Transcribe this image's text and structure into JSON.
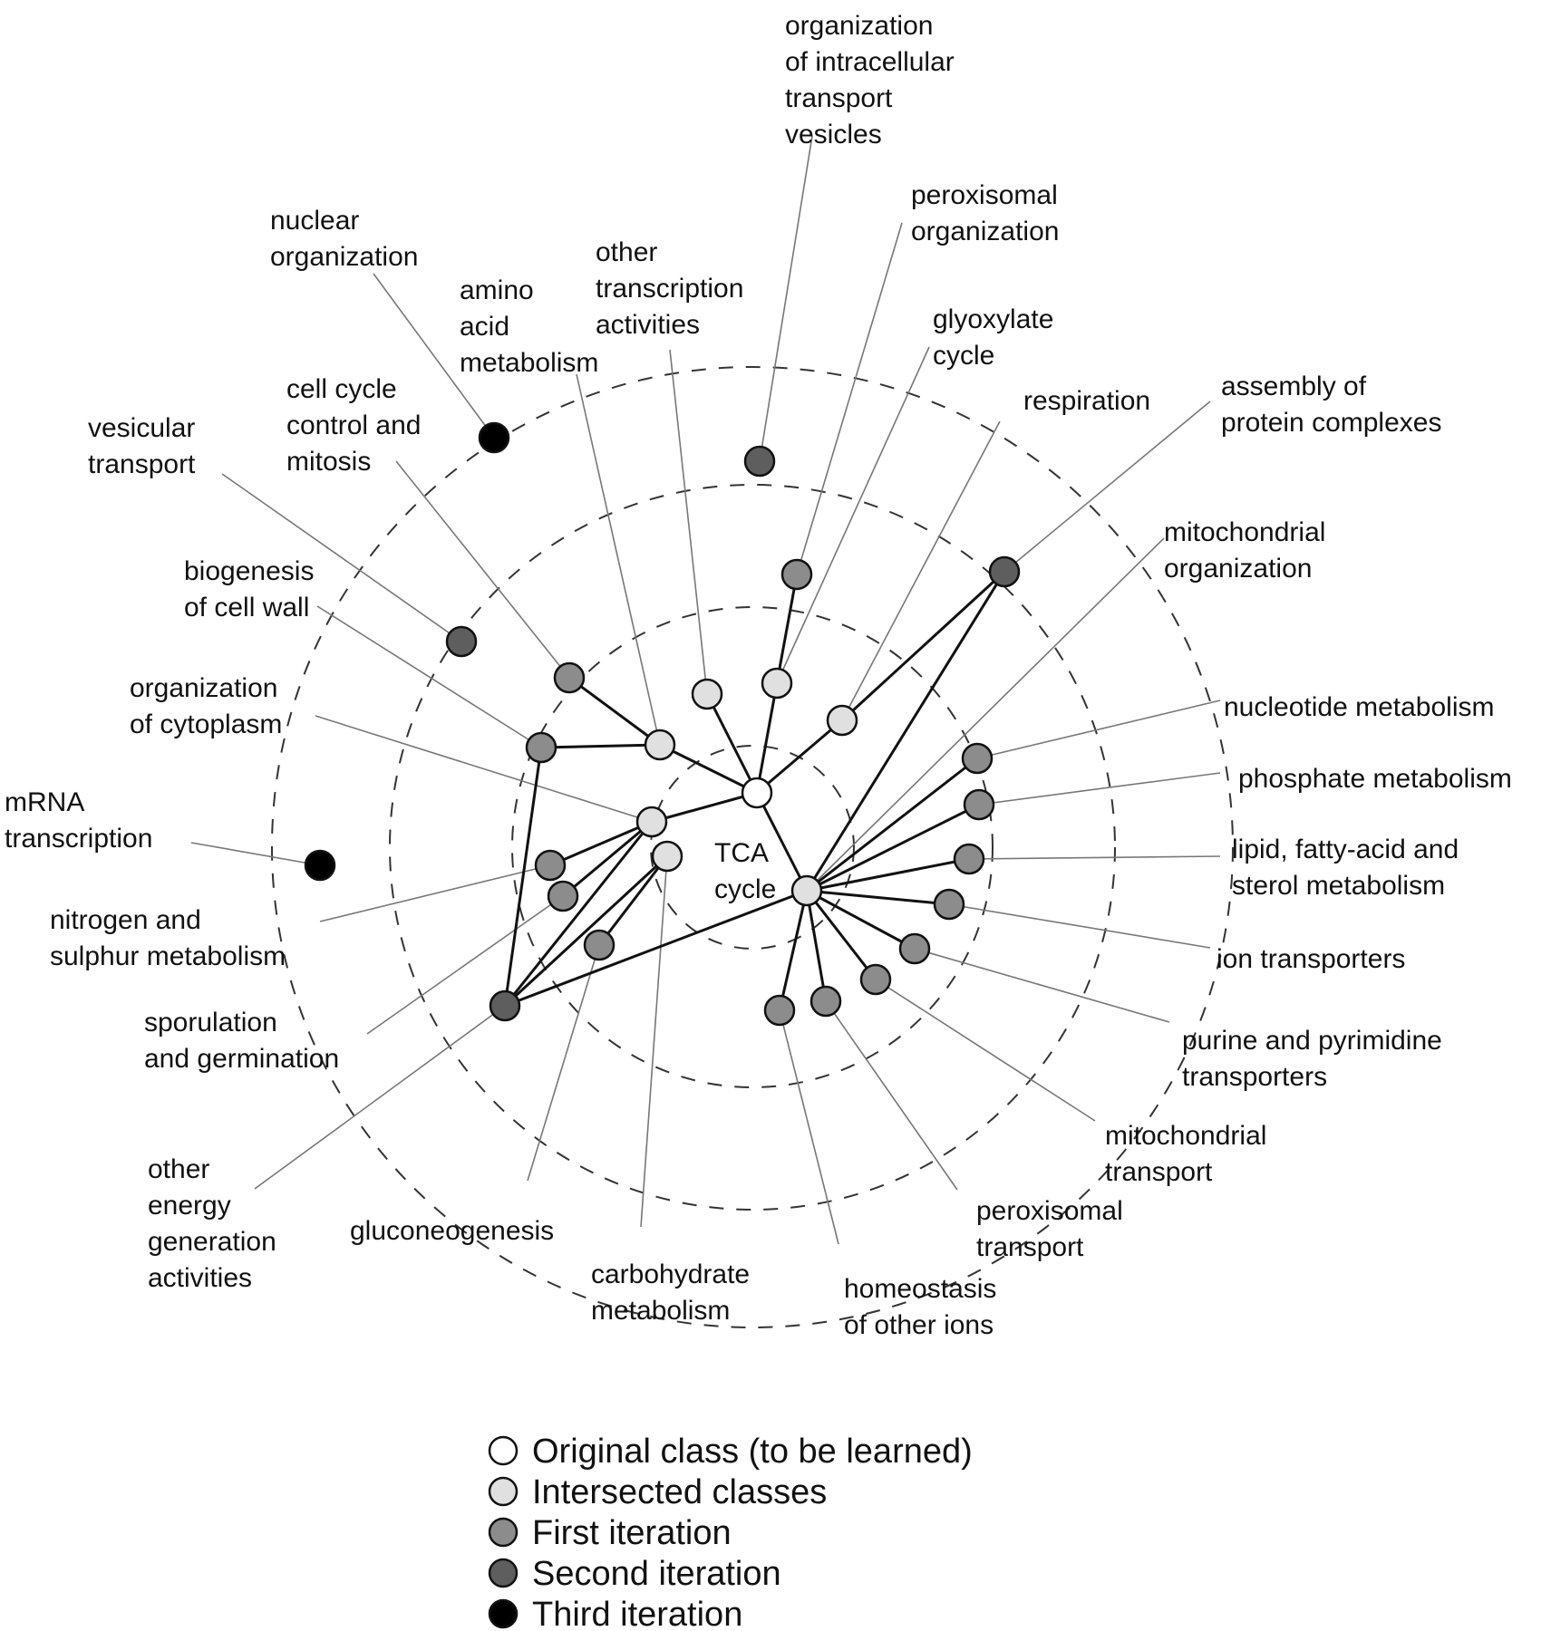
{
  "colors": {
    "original": "#ffffff",
    "intersected": "#e0e0e0",
    "first": "#8c8c8c",
    "second": "#5e5e5e",
    "third": "#000000"
  },
  "nodes": [
    {
      "id": "tca",
      "tier": "original",
      "label": [
        "TCA",
        "cycle"
      ]
    },
    {
      "id": "ac",
      "tier": "intersected",
      "label": [
        "amino",
        "acid",
        "metabolism"
      ]
    },
    {
      "id": "ot",
      "tier": "intersected",
      "label": [
        "other",
        "transcription",
        "activities"
      ]
    },
    {
      "id": "gc",
      "tier": "intersected",
      "label": [
        "glyoxylate",
        "cycle"
      ]
    },
    {
      "id": "rs",
      "tier": "intersected",
      "label": [
        "respiration"
      ]
    },
    {
      "id": "oc",
      "tier": "intersected",
      "label": [
        "organization",
        "of cytoplasm"
      ]
    },
    {
      "id": "cm",
      "tier": "intersected",
      "label": [
        "carbohydrate",
        "metabolism"
      ]
    },
    {
      "id": "mo",
      "tier": "intersected",
      "label": [
        "mitochondrial",
        "organization"
      ]
    },
    {
      "id": "cc",
      "tier": "first",
      "label": [
        "cell cycle",
        "control and",
        "mitosis"
      ]
    },
    {
      "id": "bc",
      "tier": "first",
      "label": [
        "biogenesis",
        "of cell wall"
      ]
    },
    {
      "id": "po",
      "tier": "first",
      "label": [
        "peroxisomal",
        "organization"
      ]
    },
    {
      "id": "ns",
      "tier": "first",
      "label": [
        "nitrogen and",
        "sulphur metabolism"
      ]
    },
    {
      "id": "sg",
      "tier": "first",
      "label": [
        "sporulation",
        "and germination"
      ]
    },
    {
      "id": "gn",
      "tier": "first",
      "label": [
        "gluconeogenesis"
      ]
    },
    {
      "id": "nm",
      "tier": "first",
      "label": [
        "nucleotide metabolism"
      ]
    },
    {
      "id": "ph",
      "tier": "first",
      "label": [
        "phosphate metabolism"
      ]
    },
    {
      "id": "lf",
      "tier": "first",
      "label": [
        "lipid, fatty-acid and",
        "sterol metabolism"
      ]
    },
    {
      "id": "it",
      "tier": "first",
      "label": [
        "ion transporters"
      ]
    },
    {
      "id": "pp",
      "tier": "first",
      "label": [
        "purine and pyrimidine",
        "transporters"
      ]
    },
    {
      "id": "mt",
      "tier": "first",
      "label": [
        "mitochondrial",
        "transport"
      ]
    },
    {
      "id": "pt",
      "tier": "first",
      "label": [
        "peroxisomal",
        "transport"
      ]
    },
    {
      "id": "ho",
      "tier": "first",
      "label": [
        "homeostasis",
        "of other ions"
      ]
    },
    {
      "id": "oi",
      "tier": "second",
      "label": [
        "organization",
        "of intracellular",
        "transport",
        "vesicles"
      ]
    },
    {
      "id": "vt",
      "tier": "second",
      "label": [
        "vesicular",
        "transport"
      ]
    },
    {
      "id": "ap",
      "tier": "second",
      "label": [
        "assembly of",
        "protein complexes"
      ]
    },
    {
      "id": "oe",
      "tier": "second",
      "label": [
        "other",
        "energy",
        "generation",
        "activities"
      ]
    },
    {
      "id": "no",
      "tier": "third",
      "label": [
        "nuclear",
        "organization"
      ]
    },
    {
      "id": "mr",
      "tier": "third",
      "label": [
        "mRNA",
        "transcription"
      ]
    }
  ],
  "edges": [
    [
      "tca",
      "ac"
    ],
    [
      "tca",
      "ot"
    ],
    [
      "tca",
      "gc"
    ],
    [
      "tca",
      "rs"
    ],
    [
      "tca",
      "oc"
    ],
    [
      "tca",
      "mo"
    ],
    [
      "ac",
      "cc"
    ],
    [
      "ac",
      "bc"
    ],
    [
      "gc",
      "po"
    ],
    [
      "rs",
      "ap"
    ],
    [
      "oc",
      "ns"
    ],
    [
      "oc",
      "sg"
    ],
    [
      "oc",
      "oe"
    ],
    [
      "cm",
      "gn"
    ],
    [
      "cm",
      "oe"
    ],
    [
      "bc",
      "oe"
    ],
    [
      "mo",
      "oe"
    ],
    [
      "mo",
      "ap"
    ],
    [
      "mo",
      "nm"
    ],
    [
      "mo",
      "ph"
    ],
    [
      "mo",
      "lf"
    ],
    [
      "mo",
      "it"
    ],
    [
      "mo",
      "pp"
    ],
    [
      "mo",
      "mt"
    ],
    [
      "mo",
      "pt"
    ],
    [
      "mo",
      "ho"
    ]
  ],
  "legend": [
    {
      "tier": "original",
      "label": "Original class (to be learned)"
    },
    {
      "tier": "intersected",
      "label": "Intersected classes"
    },
    {
      "tier": "first",
      "label": "First iteration"
    },
    {
      "tier": "second",
      "label": "Second iteration"
    },
    {
      "tier": "third",
      "label": "Third iteration"
    }
  ]
}
